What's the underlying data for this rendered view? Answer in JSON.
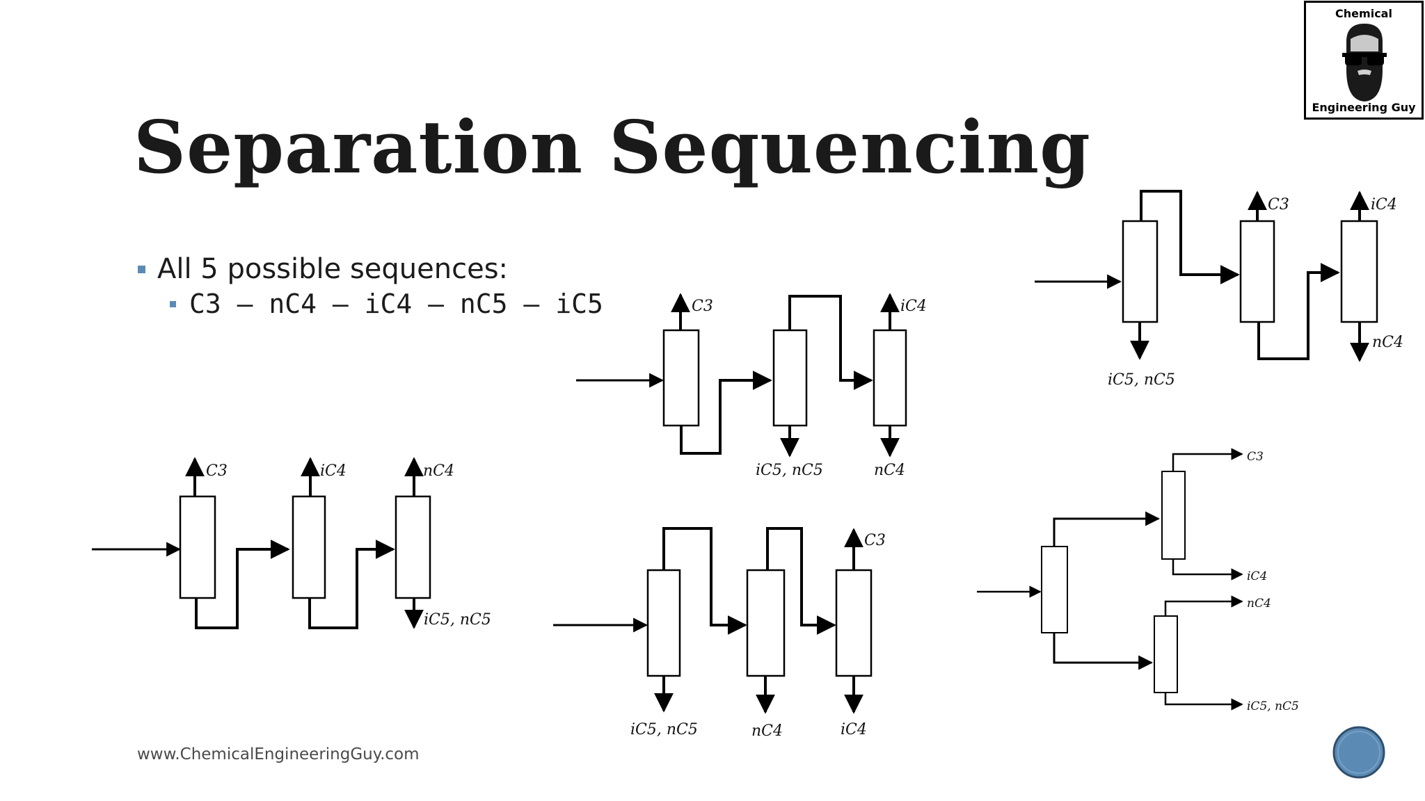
{
  "slide": {
    "title": "Separation Sequencing",
    "bullet_main": "All 5 possible sequences:",
    "bullet_sub": "C3 – nC4 – iC4 – nC5 – iC5",
    "footer": "www.ChemicalEngineeringGuy.com"
  },
  "logo": {
    "top_text": "Chemical",
    "bottom_text": "Engineering Guy"
  },
  "diagram_labels": {
    "seq1": {
      "top1": "C3",
      "top2": "iC4",
      "top3": "nC4",
      "bottom": "iC5, nC5"
    },
    "seq2": {
      "top1": "C3",
      "top2": "iC4",
      "bottom1": "iC5, nC5",
      "bottom2": "nC4"
    },
    "seq3": {
      "top1": "C3",
      "bottom1": "iC5, nC5",
      "bottom2": "nC4",
      "bottom3": "iC4"
    },
    "seq4": {
      "top1": "C3",
      "top2": "iC4",
      "bottom1": "iC5, nC5",
      "bottom2": "nC4"
    },
    "seq5": {
      "out1": "C3",
      "out2": "iC4",
      "out3": "nC4",
      "out4": "iC5, nC5"
    }
  },
  "colors": {
    "bullet": "#5b8bb5",
    "nav_circle": "#5b8bb5"
  }
}
